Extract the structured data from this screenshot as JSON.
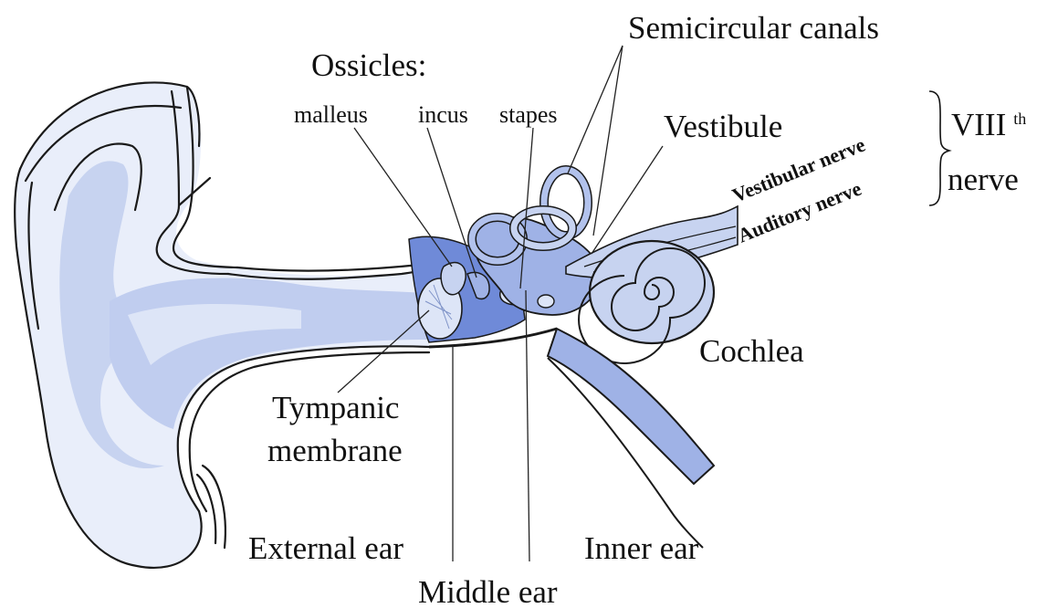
{
  "labels": {
    "ossicles": "Ossicles:",
    "malleus": "malleus",
    "incus": "incus",
    "stapes": "stapes",
    "semicircular_canals": "Semicircular canals",
    "vestibule": "Vestibule",
    "vestibular_nerve": "Vestibular nerve",
    "auditory_nerve": "Auditory nerve",
    "viii": "VIII",
    "viii_sup": "th",
    "nerve": "nerve",
    "cochlea": "Cochlea",
    "tympanic": "Tympanic",
    "membrane": "membrane",
    "external_ear": "External ear",
    "inner_ear": "Inner ear",
    "middle_ear": "Middle ear"
  },
  "colors": {
    "light_blue": "#c7d3f0",
    "mid_blue": "#9fb2e6",
    "deep_blue": "#6f8ad8",
    "outline": "#1a1a1a"
  }
}
